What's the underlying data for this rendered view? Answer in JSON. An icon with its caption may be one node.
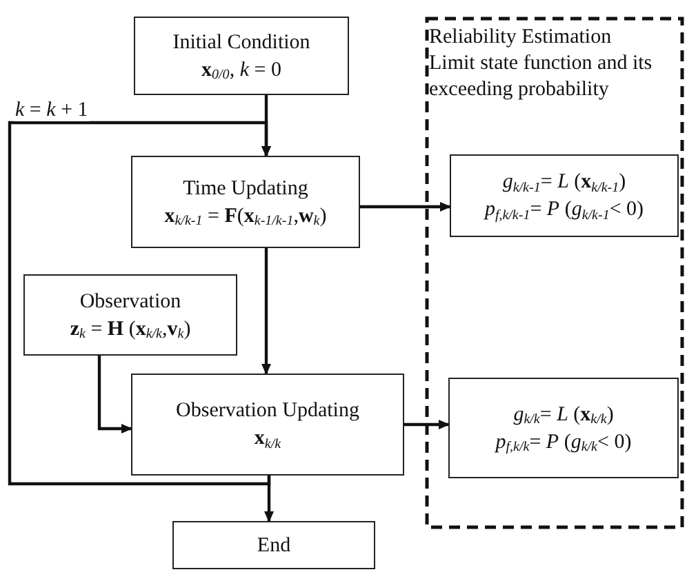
{
  "diagram": {
    "nodes": [
      {
        "text": [
          "Initial Condition",
          "**x**$_{0/0}$, *k* = 0"
        ]
      },
      {
        "text": [
          "Time Updating",
          "**x**$_{k/k-1}$ = **F**(**x**$_{k-1/k-1}$,**w**$_{k}$)"
        ]
      },
      {
        "text": [
          "Observation",
          "**z**$_{k}$ = **H** (**x**$_{k/k}$,**v**$_{k}$)"
        ]
      },
      {
        "text": [
          "Observation Updating",
          "**x**$_{k/k}$"
        ]
      },
      {
        "text": [
          "End"
        ]
      },
      {
        "text": [
          "Reliability Estimation",
          "Limit state function and its exceeding probability"
        ]
      },
      {
        "text": [
          "*g*$_{k/k-1}$= *L* (**x**$_{k/k-1}$)",
          "*p*$_{f,k/k-1}$= *P* (*g*$_{k/k-1}$< 0)"
        ],
        "in": 5
      },
      {
        "text": [
          "*g*$_{k/k}$= *L* (**x**$_{k/k}$)",
          "*p*$_{f,k/k}$= *P* (*g*$_{k/k}$< 0)"
        ],
        "in": 5
      }
    ],
    "edges": [
      {
        "from": 0,
        "to": 1,
        "arrow": "to"
      },
      {
        "from": 3,
        "to": 1,
        "arrow": "to",
        "label": "*k* = *k* + 1"
      },
      {
        "from": 1,
        "to": 3,
        "arrow": "to"
      },
      {
        "from": 2,
        "to": 3,
        "arrow": "to"
      },
      {
        "from": 3,
        "to": 4,
        "arrow": "to"
      },
      {
        "from": 1,
        "to": 6,
        "arrow": "to"
      },
      {
        "from": 3,
        "to": 7,
        "arrow": "to"
      }
    ]
  }
}
